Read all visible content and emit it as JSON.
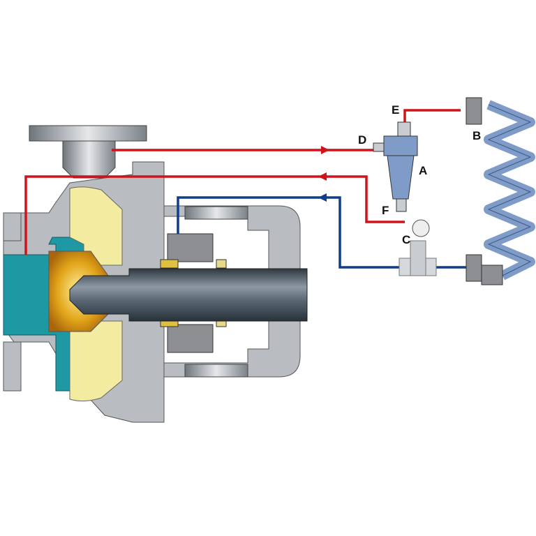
{
  "diagram": {
    "labels": {
      "A": "A",
      "B": "B",
      "C": "C",
      "D": "D",
      "E": "E",
      "F": "F"
    },
    "colors": {
      "hot_line": "#d0121b",
      "cool_line": "#0f3d8c",
      "casing": "#b9bdc2",
      "impeller": "#f3eba0",
      "liquid": "#1e98a3",
      "shaft": "#4b5863",
      "cooler": "#7f9cc9"
    }
  }
}
